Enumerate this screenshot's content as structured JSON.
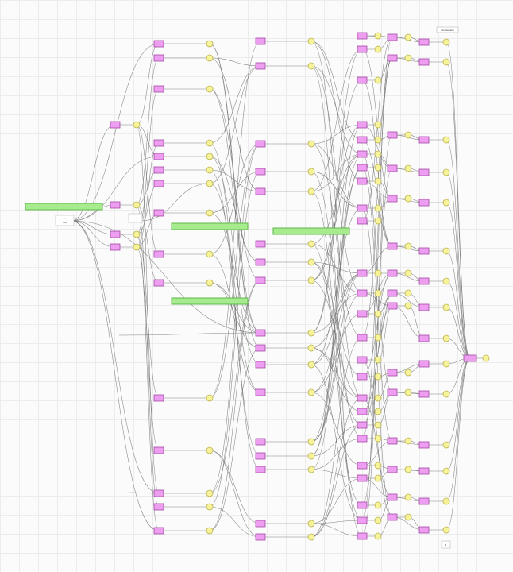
{
  "canvas": {
    "background": "#fbfbfb",
    "grid_color": "#ececec",
    "op_fill": "#ee9ef0",
    "var_fill": "#f6f39a",
    "bar_fill": "#a6ec8f"
  },
  "header_node": {
    "label": "Concatenation"
  },
  "left_note": {
    "line1": "· · ·",
    "line2": "split"
  },
  "small_note": {
    "line1": "· ·",
    "line2": "· ·"
  },
  "bottom_note": {
    "label": "2"
  }
}
